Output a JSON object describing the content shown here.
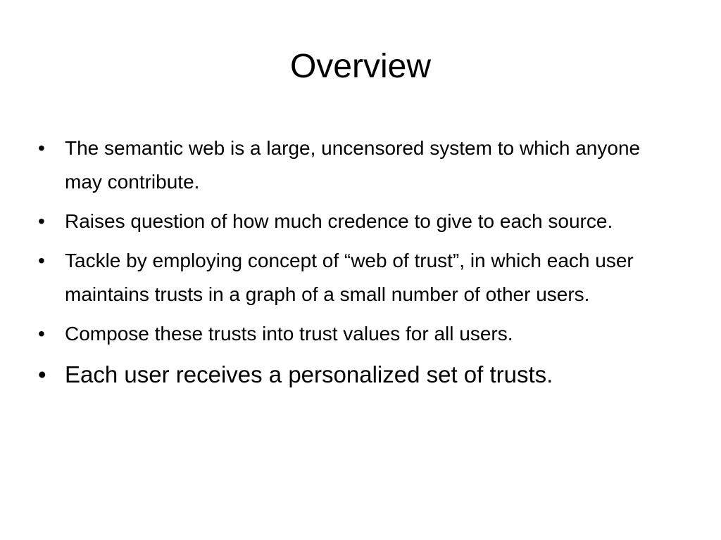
{
  "slide": {
    "title": "Overview",
    "bullet_symbol": "•",
    "bullets": [
      {
        "text": "The semantic web is a large, uncensored system to which anyone may contribute."
      },
      {
        "text": "Raises question of how much credence to give to each source."
      },
      {
        "text": "Tackle by employing concept of “web of trust”, in which each user maintains trusts in a graph of a small number of other users."
      },
      {
        "text": "Compose these trusts into trust values for all users."
      },
      {
        "text": "Each user receives a personalized set of trusts."
      }
    ]
  },
  "colors": {
    "background": "#ffffff",
    "text": "#000000"
  }
}
